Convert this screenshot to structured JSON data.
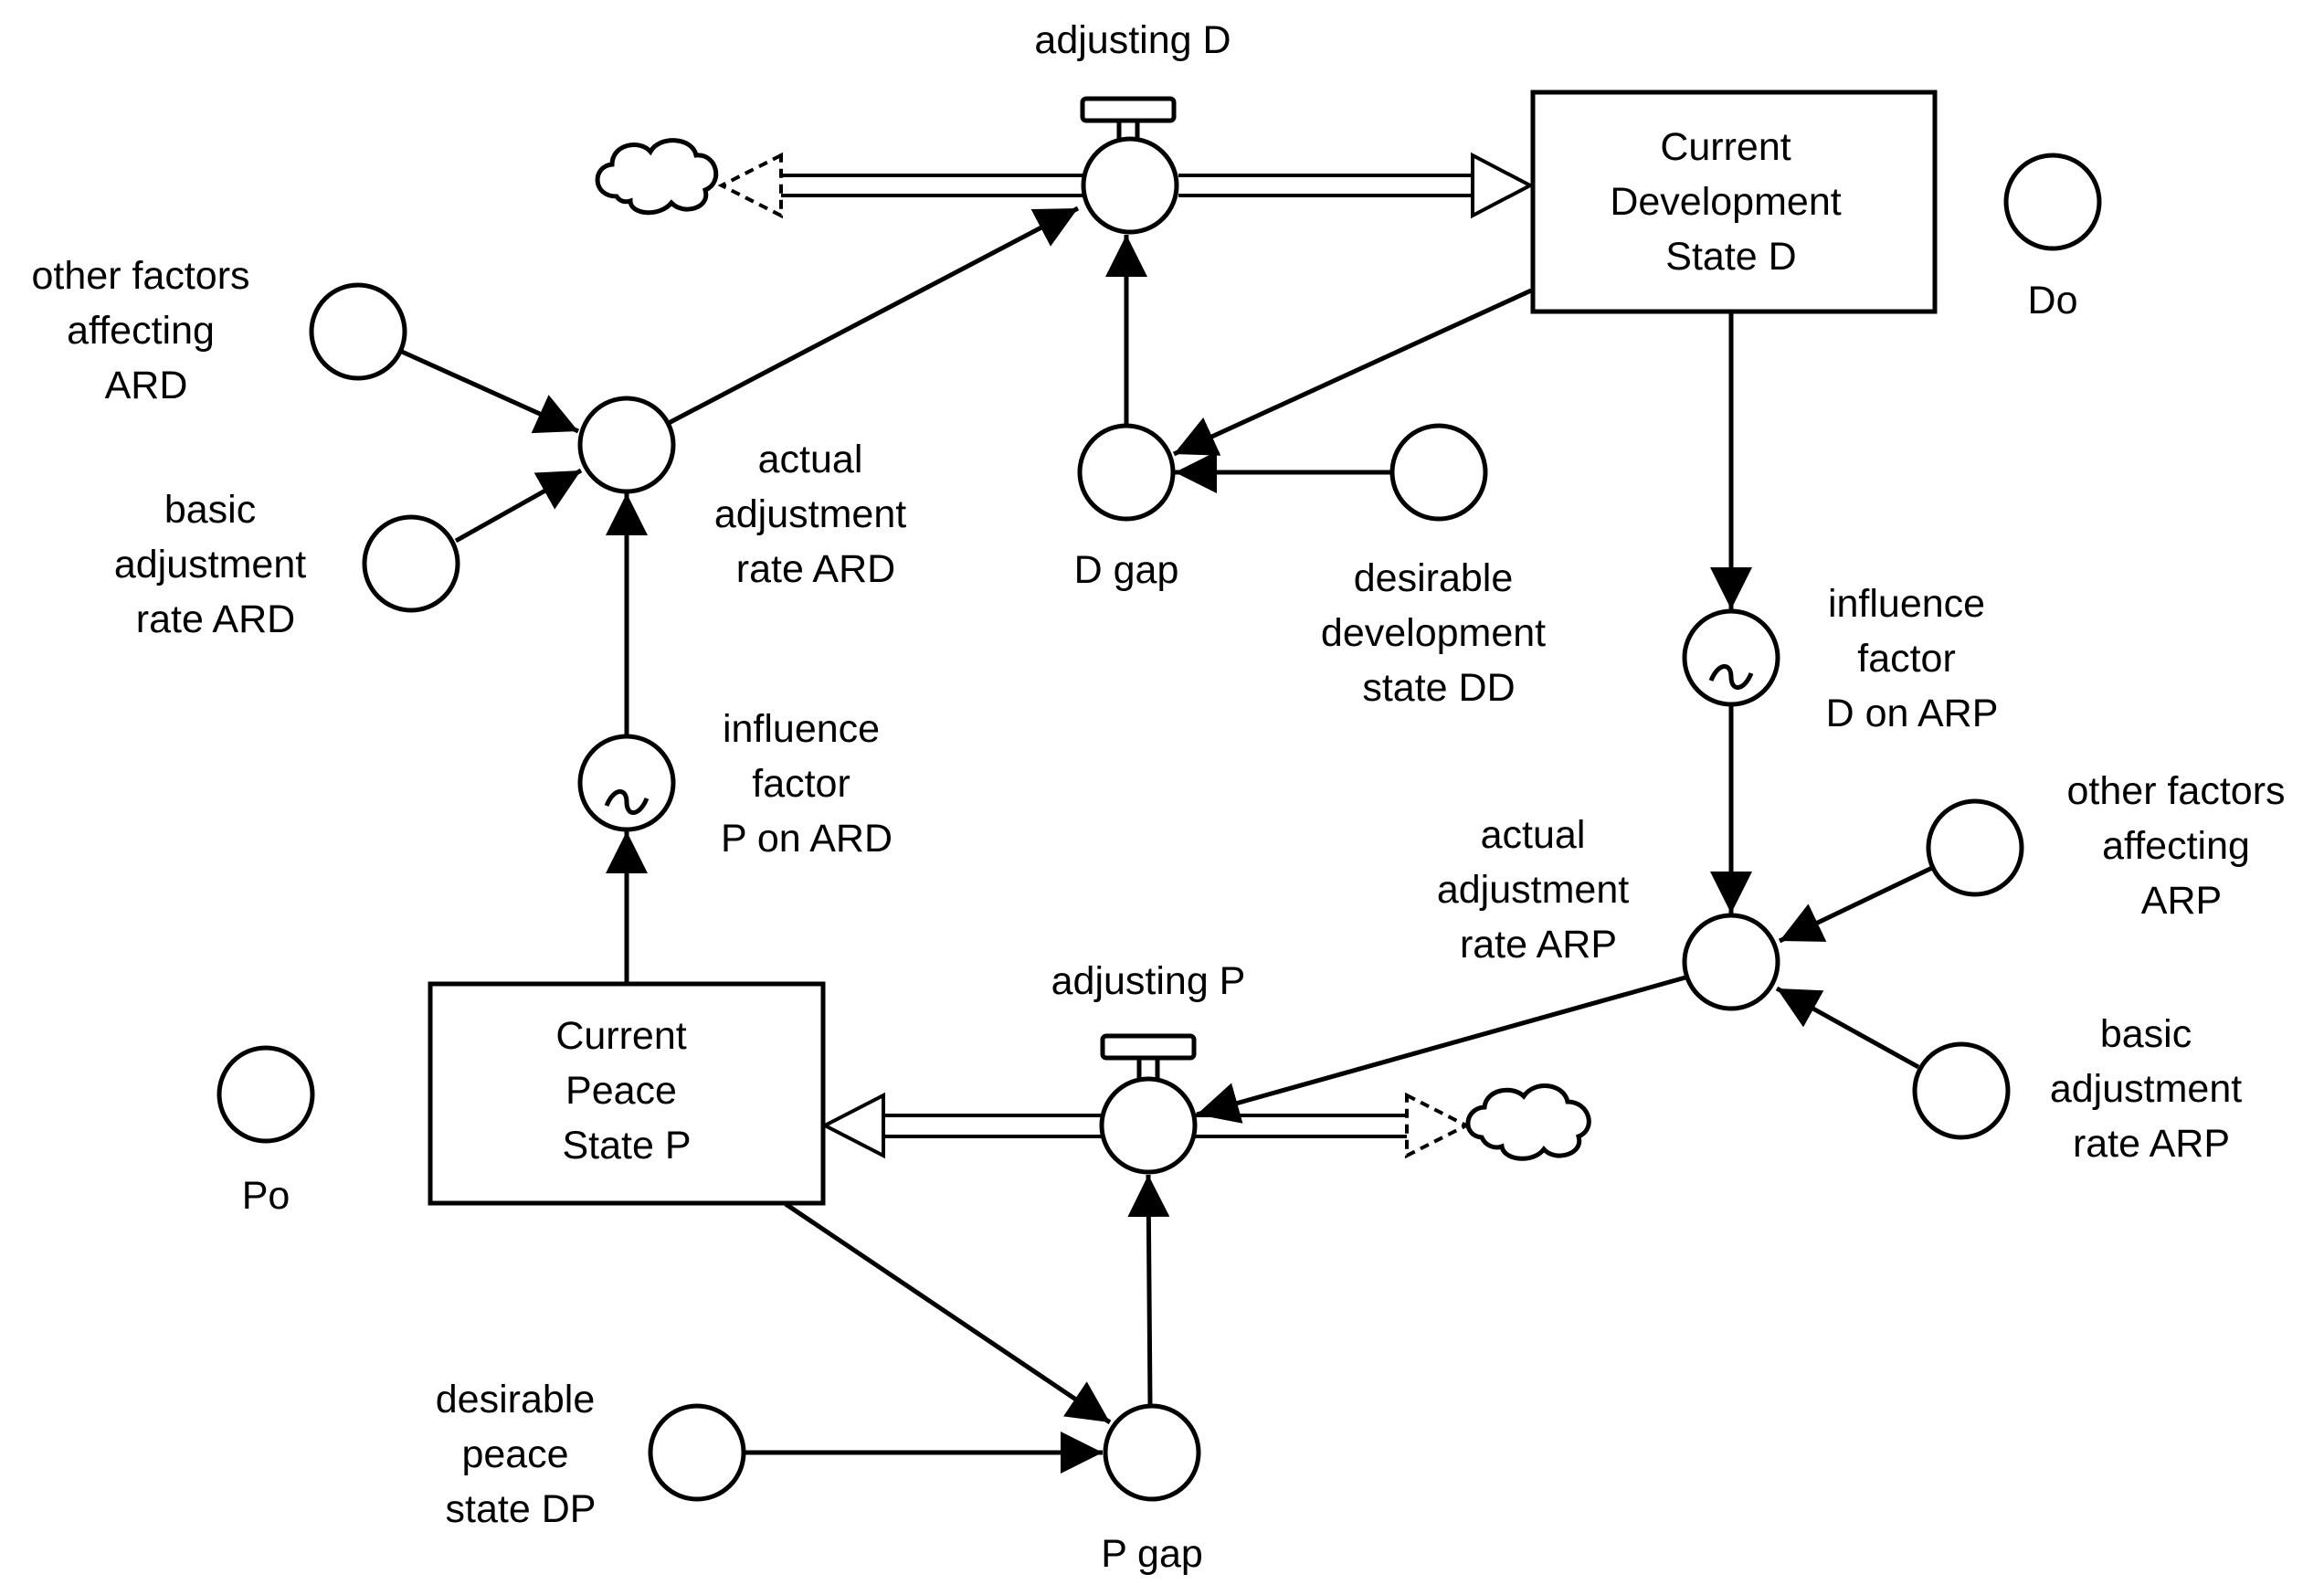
{
  "stocks": {
    "current_development": [
      "Current",
      "Development",
      "State D"
    ],
    "current_peace": [
      "Current",
      "Peace",
      "State P"
    ]
  },
  "flows": {
    "adjusting_d": "adjusting D",
    "adjusting_p": "adjusting P"
  },
  "variables": {
    "do": "Do",
    "po": "Po",
    "d_gap": "D gap",
    "p_gap": "P gap",
    "other_factors_ard": [
      "other factors",
      "affecting",
      "ARD"
    ],
    "basic_rate_ard": [
      "basic",
      "adjustment",
      "rate ARD"
    ],
    "actual_rate_ard": [
      "actual",
      "adjustment",
      "rate ARD"
    ],
    "influence_p_on_ard": [
      "influence",
      "factor",
      "P on ARD"
    ],
    "desirable_development": [
      "desirable",
      "development",
      "state DD"
    ],
    "influence_d_on_arp": [
      "influence",
      "factor",
      "D on ARP"
    ],
    "actual_rate_arp": [
      "actual",
      "adjustment",
      "rate ARP"
    ],
    "other_factors_arp": [
      "other factors",
      "affecting",
      "ARP"
    ],
    "basic_rate_arp": [
      "basic",
      "adjustment",
      "rate ARP"
    ],
    "desirable_peace": [
      "desirable",
      "peace",
      "state DP"
    ]
  },
  "colors": {
    "stroke": "#000000",
    "background": "#ffffff"
  },
  "icons": {
    "source_sink": "cloud-icon",
    "valve": "valve-icon",
    "converter": "tilde-icon"
  }
}
